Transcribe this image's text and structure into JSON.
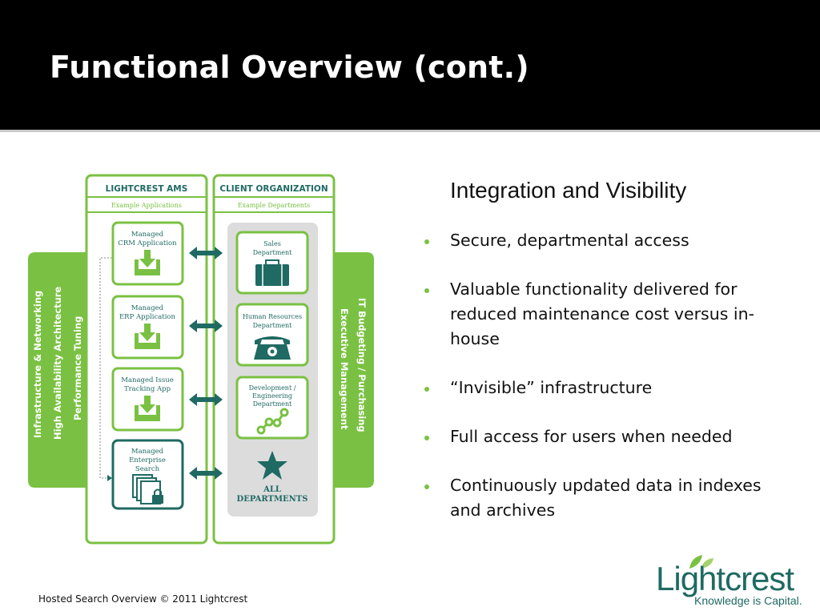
{
  "slide": {
    "title": "Functional Overview (cont.)",
    "footer": "Hosted Search Overview © 2011 Lightcrest"
  },
  "diagram": {
    "left_header": "LIGHTCREST AMS",
    "left_subheader": "Example Applications",
    "right_header": "CLIENT ORGANIZATION",
    "right_subheader": "Example Departments",
    "left_vertical_labels": [
      "Infrastructure & Networking",
      "High Availability Architecture",
      "Performance Tuning"
    ],
    "right_vertical_labels": [
      "IT Budgeting / Purchasing",
      "Executive Management"
    ],
    "applications": [
      {
        "line1": "Managed",
        "line2": "CRM Application",
        "line3": "",
        "icon": "inbox-download-icon"
      },
      {
        "line1": "Managed",
        "line2": "ERP Application",
        "line3": "",
        "icon": "inbox-download-icon"
      },
      {
        "line1": "Managed Issue",
        "line2": "Tracking App",
        "line3": "",
        "icon": "inbox-download-icon"
      },
      {
        "line1": "Managed",
        "line2": "Enterprise",
        "line3": "Search",
        "icon": "locked-documents-icon"
      }
    ],
    "departments": [
      {
        "line1": "Sales",
        "line2": "Department",
        "line3": "",
        "icon": "briefcase-icon"
      },
      {
        "line1": "Human Resources",
        "line2": "Department",
        "line3": "",
        "icon": "telephone-icon"
      },
      {
        "line1": "Development /",
        "line2": "Engineering",
        "line3": "Department",
        "icon": "growth-chain-icon"
      }
    ],
    "all_departments_line1": "ALL",
    "all_departments_line2": "DEPARTMENTS",
    "colors": {
      "green": "#7ac143",
      "teal": "#1f6a63",
      "gray_panel": "#dcdcdd"
    }
  },
  "content": {
    "heading": "Integration and Visibility",
    "bullets": [
      "Secure, departmental access",
      "Valuable functionality delivered for reduced maintenance cost versus in-house",
      "“Invisible” infrastructure",
      "Full access for users when needed",
      "Continuously updated data in indexes and archives"
    ]
  },
  "logo": {
    "word": "Lightcrest",
    "tagline": "Knowledge is Capital."
  }
}
